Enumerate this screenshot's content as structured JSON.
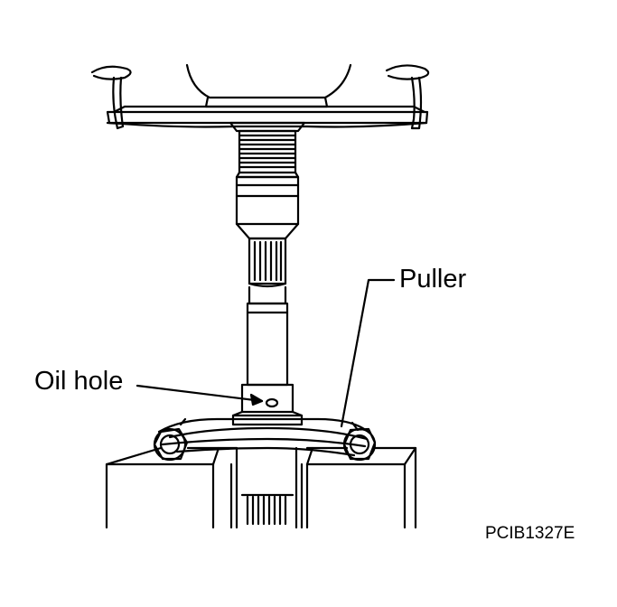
{
  "labels": {
    "puller": "Puller",
    "oil_hole": "Oil hole",
    "figure_code": "PCIB1327E"
  }
}
